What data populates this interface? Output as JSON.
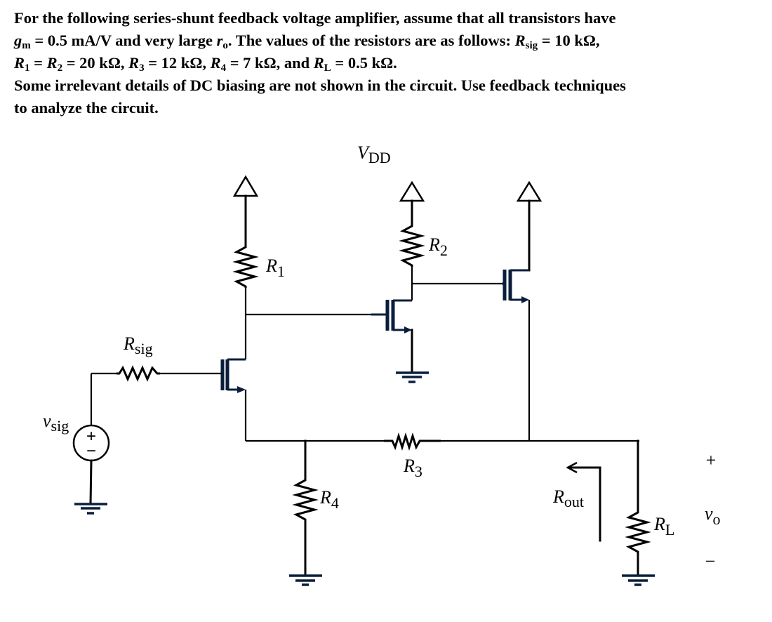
{
  "problem": {
    "line1": "For the following series-shunt feedback voltage amplifier, assume that all transistors have",
    "gm_symbol": "g",
    "gm_sub": "m",
    "gm_value": " = 0.5 mA/V and very large ",
    "ro_symbol": "r",
    "ro_sub": "o",
    "line2_rest": ". The values of the resistors are as follows: ",
    "rsig_symbol": "R",
    "rsig_sub": "sig",
    "rsig_value": " = 10 kΩ,",
    "r1_symbol": "R",
    "r1_sub": "1",
    "r2_text": " = ",
    "r2_symbol": "R",
    "r2_sub": "2",
    "r12_value": " = 20 kΩ, ",
    "r3_symbol": "R",
    "r3_sub": "3",
    "r3_value": " = 12 kΩ, ",
    "r4_symbol": "R",
    "r4_sub": "4",
    "r4_value": " = 7 kΩ, and ",
    "rl_symbol": "R",
    "rl_sub": "L",
    "rl_value": " = 0.5 kΩ.",
    "line4": "Some irrelevant details of DC biasing are not shown in the circuit. Use feedback techniques",
    "line5": "to analyze the circuit."
  },
  "circuit": {
    "supply_label": {
      "main": "V",
      "sub": "DD"
    },
    "r1_label": {
      "main": "R",
      "sub": "1"
    },
    "r2_label": {
      "main": "R",
      "sub": "2"
    },
    "r3_label": {
      "main": "R",
      "sub": "3"
    },
    "r4_label": {
      "main": "R",
      "sub": "4"
    },
    "rsig_label": {
      "main": "R",
      "sub": "sig"
    },
    "rl_label": {
      "main": "R",
      "sub": "L"
    },
    "vsig_label": {
      "main": "v",
      "sub": "sig"
    },
    "rout_label": {
      "main": "R",
      "sub": "out"
    },
    "vo_label": {
      "main": "v",
      "sub": "o"
    },
    "vo_plus": "+",
    "vo_minus": "−",
    "source_plus": "+",
    "source_minus": "−"
  }
}
